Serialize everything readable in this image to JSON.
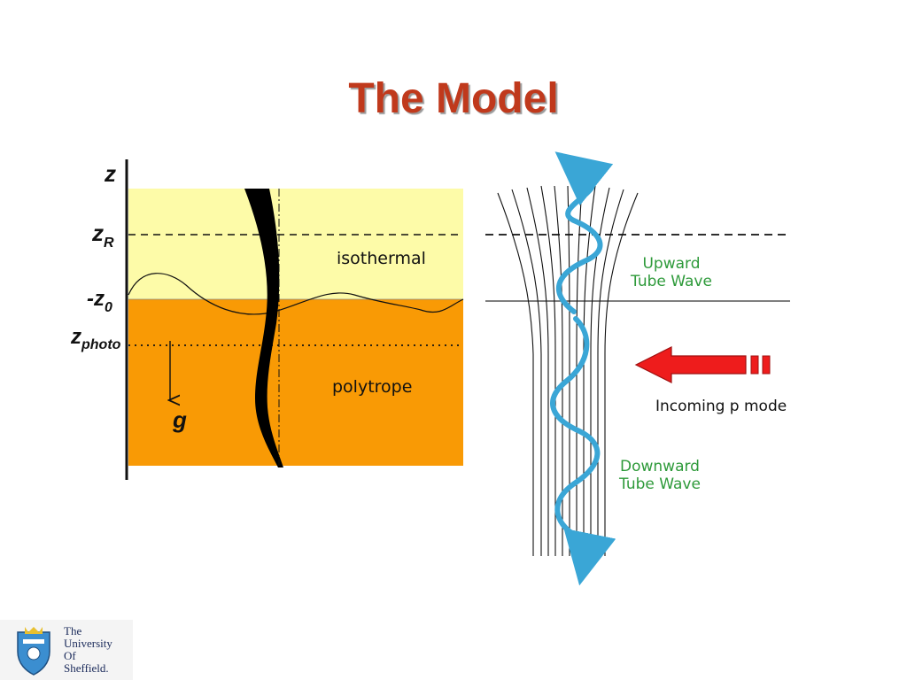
{
  "title": "The Model",
  "left_panel": {
    "axis": {
      "z": "z",
      "zR_main": "z",
      "zR_sub": "R",
      "z0_main": "-z",
      "z0_sub": "0",
      "zphoto_main": "z",
      "zphoto_sub": "photo",
      "g": "g"
    },
    "regions": {
      "upper": "isothermal",
      "lower": "polytrope"
    },
    "colors": {
      "isothermal": "#fdfba8",
      "polytrope": "#f99a05",
      "tube": "#000000"
    }
  },
  "right_panel": {
    "upward_label": [
      "Upward",
      "Tube Wave"
    ],
    "downward_label": [
      "Downward",
      "Tube Wave"
    ],
    "incoming_label": "Incoming p mode",
    "colors": {
      "wave": "#3aa6d6",
      "arrow": "#ee1c1c",
      "label": "#2e9a3a"
    }
  },
  "logo": {
    "lines": [
      "The",
      "University",
      "Of",
      "Sheffield."
    ]
  }
}
